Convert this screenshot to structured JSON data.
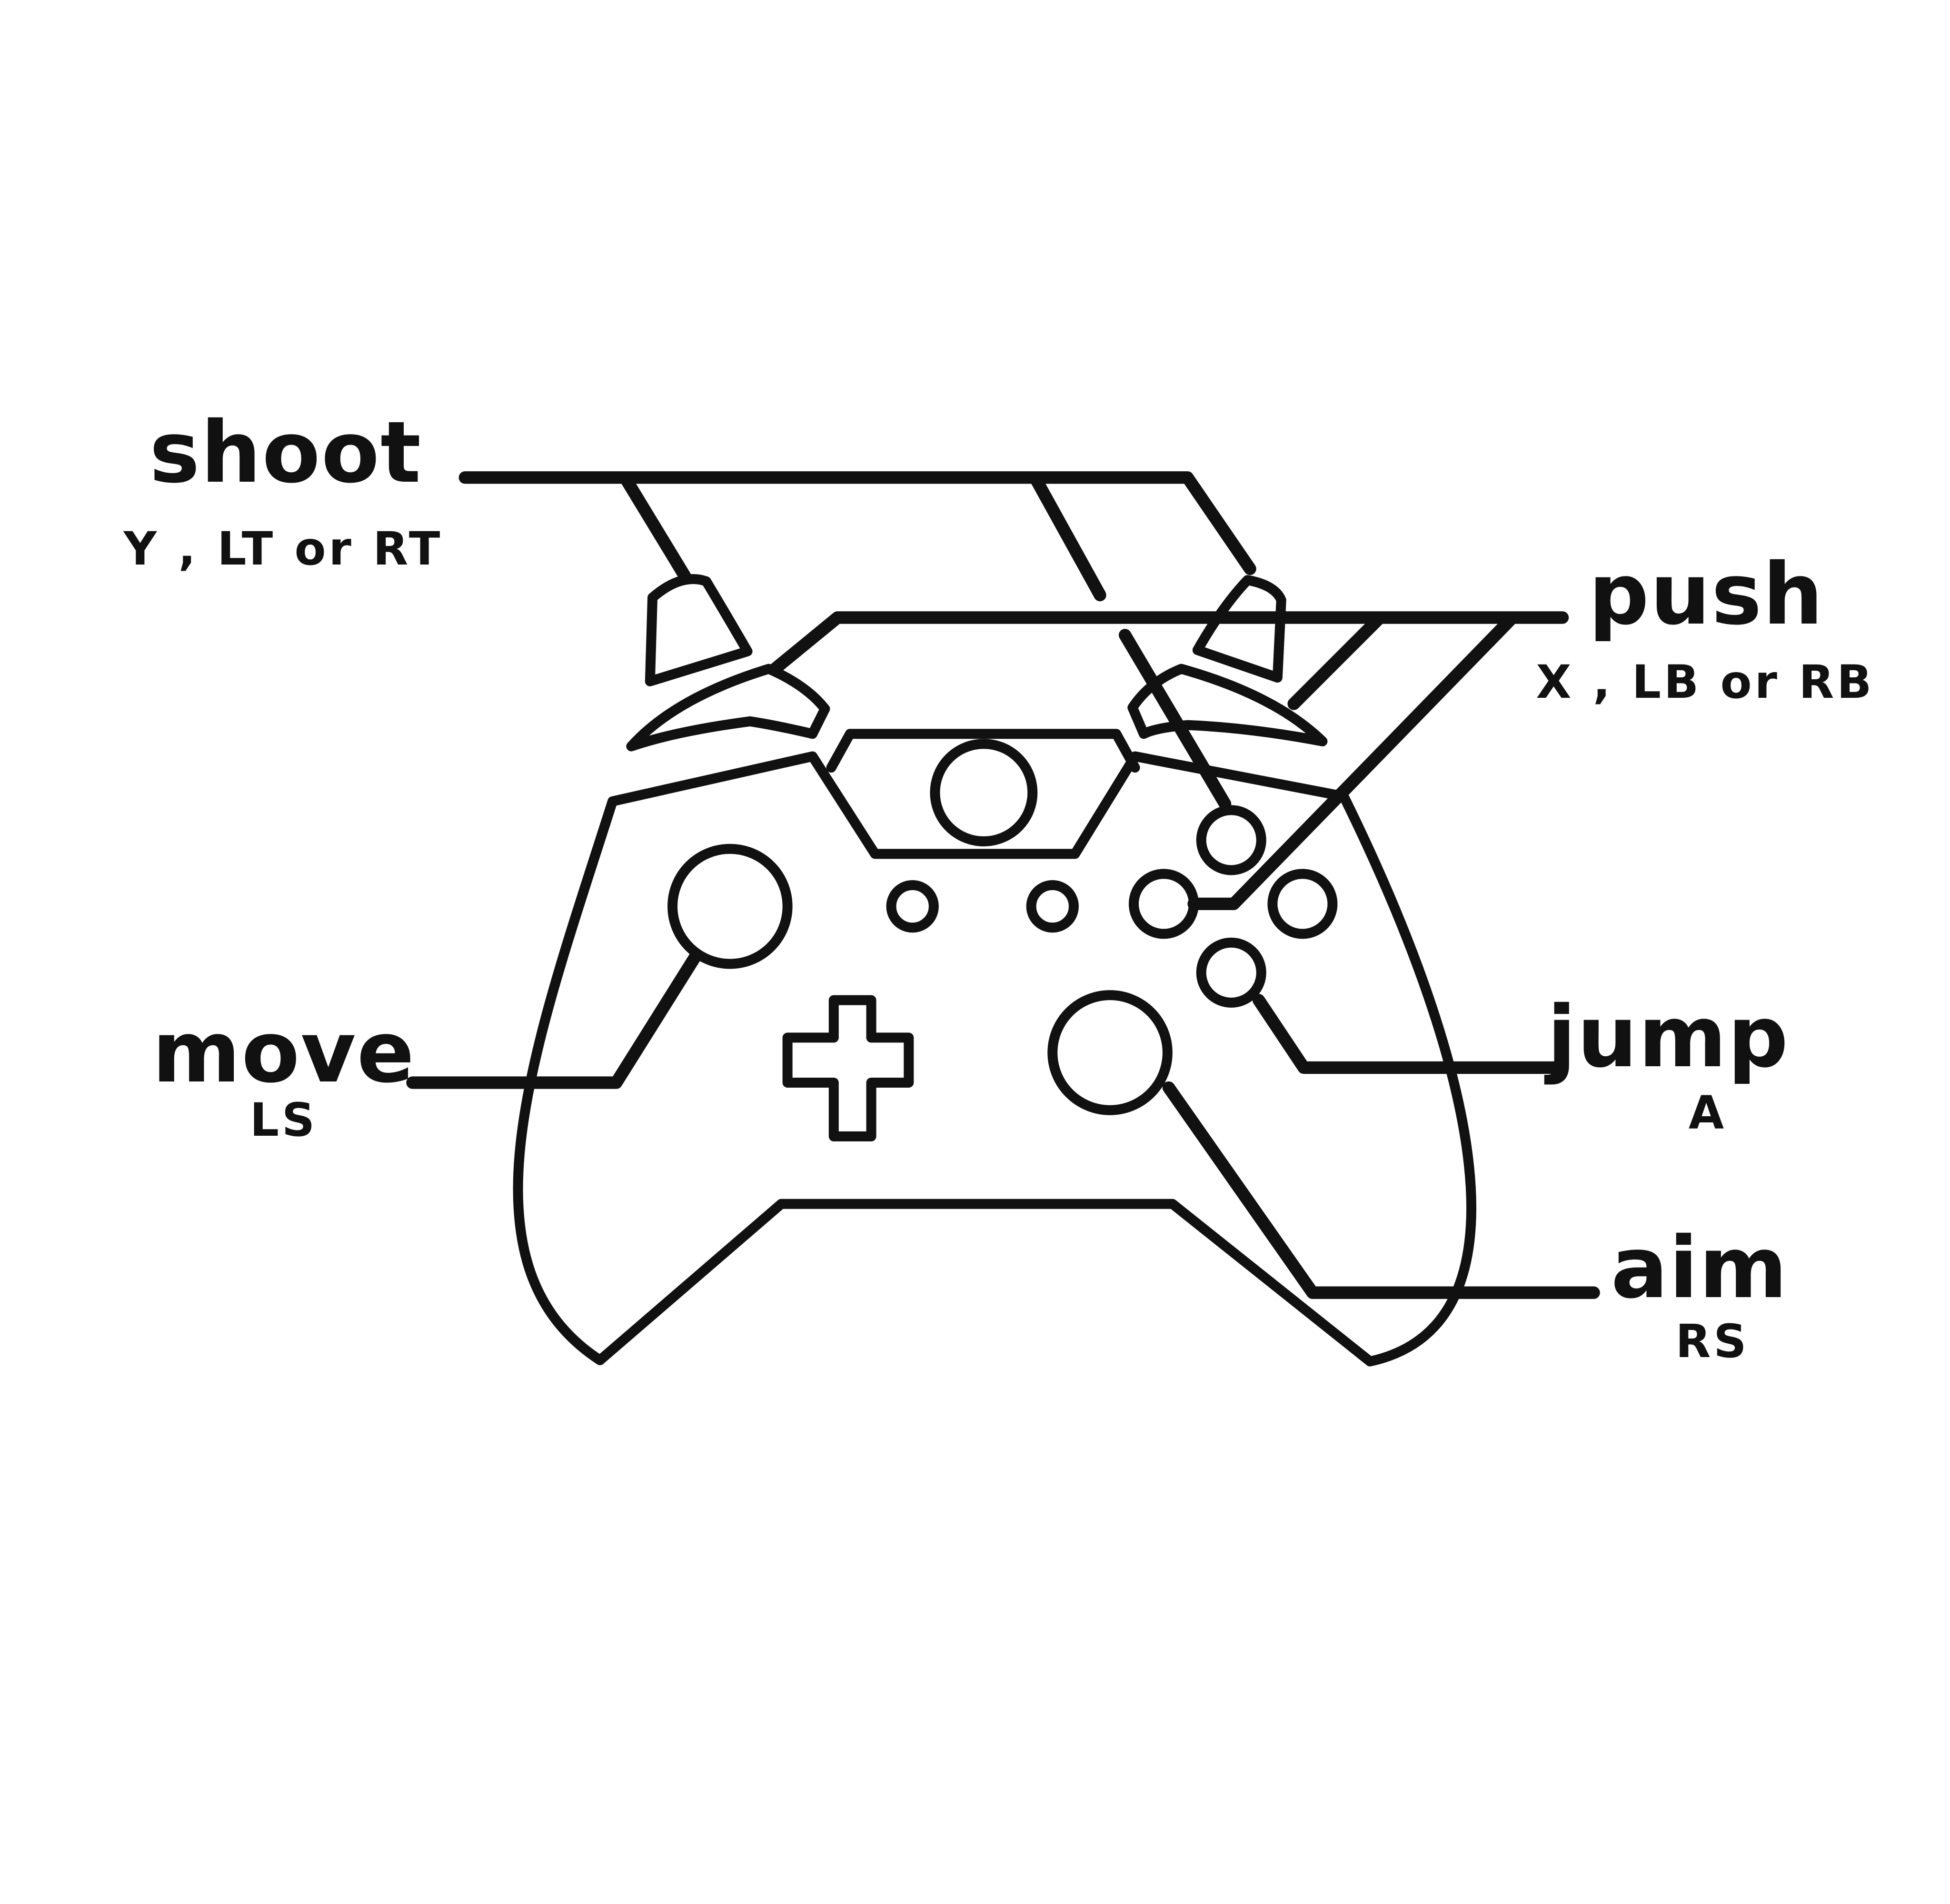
{
  "labels": {
    "shoot": {
      "action": "shoot",
      "binding": "Y , LT or RT"
    },
    "push": {
      "action": "push",
      "binding": "X , LB or RB"
    },
    "move": {
      "action": "move",
      "binding": "LS"
    },
    "jump": {
      "action": "jump",
      "binding": "A"
    },
    "aim": {
      "action": "aim",
      "binding": "RS"
    }
  },
  "colors": {
    "ink": "#111111",
    "paper": "#ffffff"
  },
  "icons": {
    "controller": "gamepad-controller-icon"
  }
}
